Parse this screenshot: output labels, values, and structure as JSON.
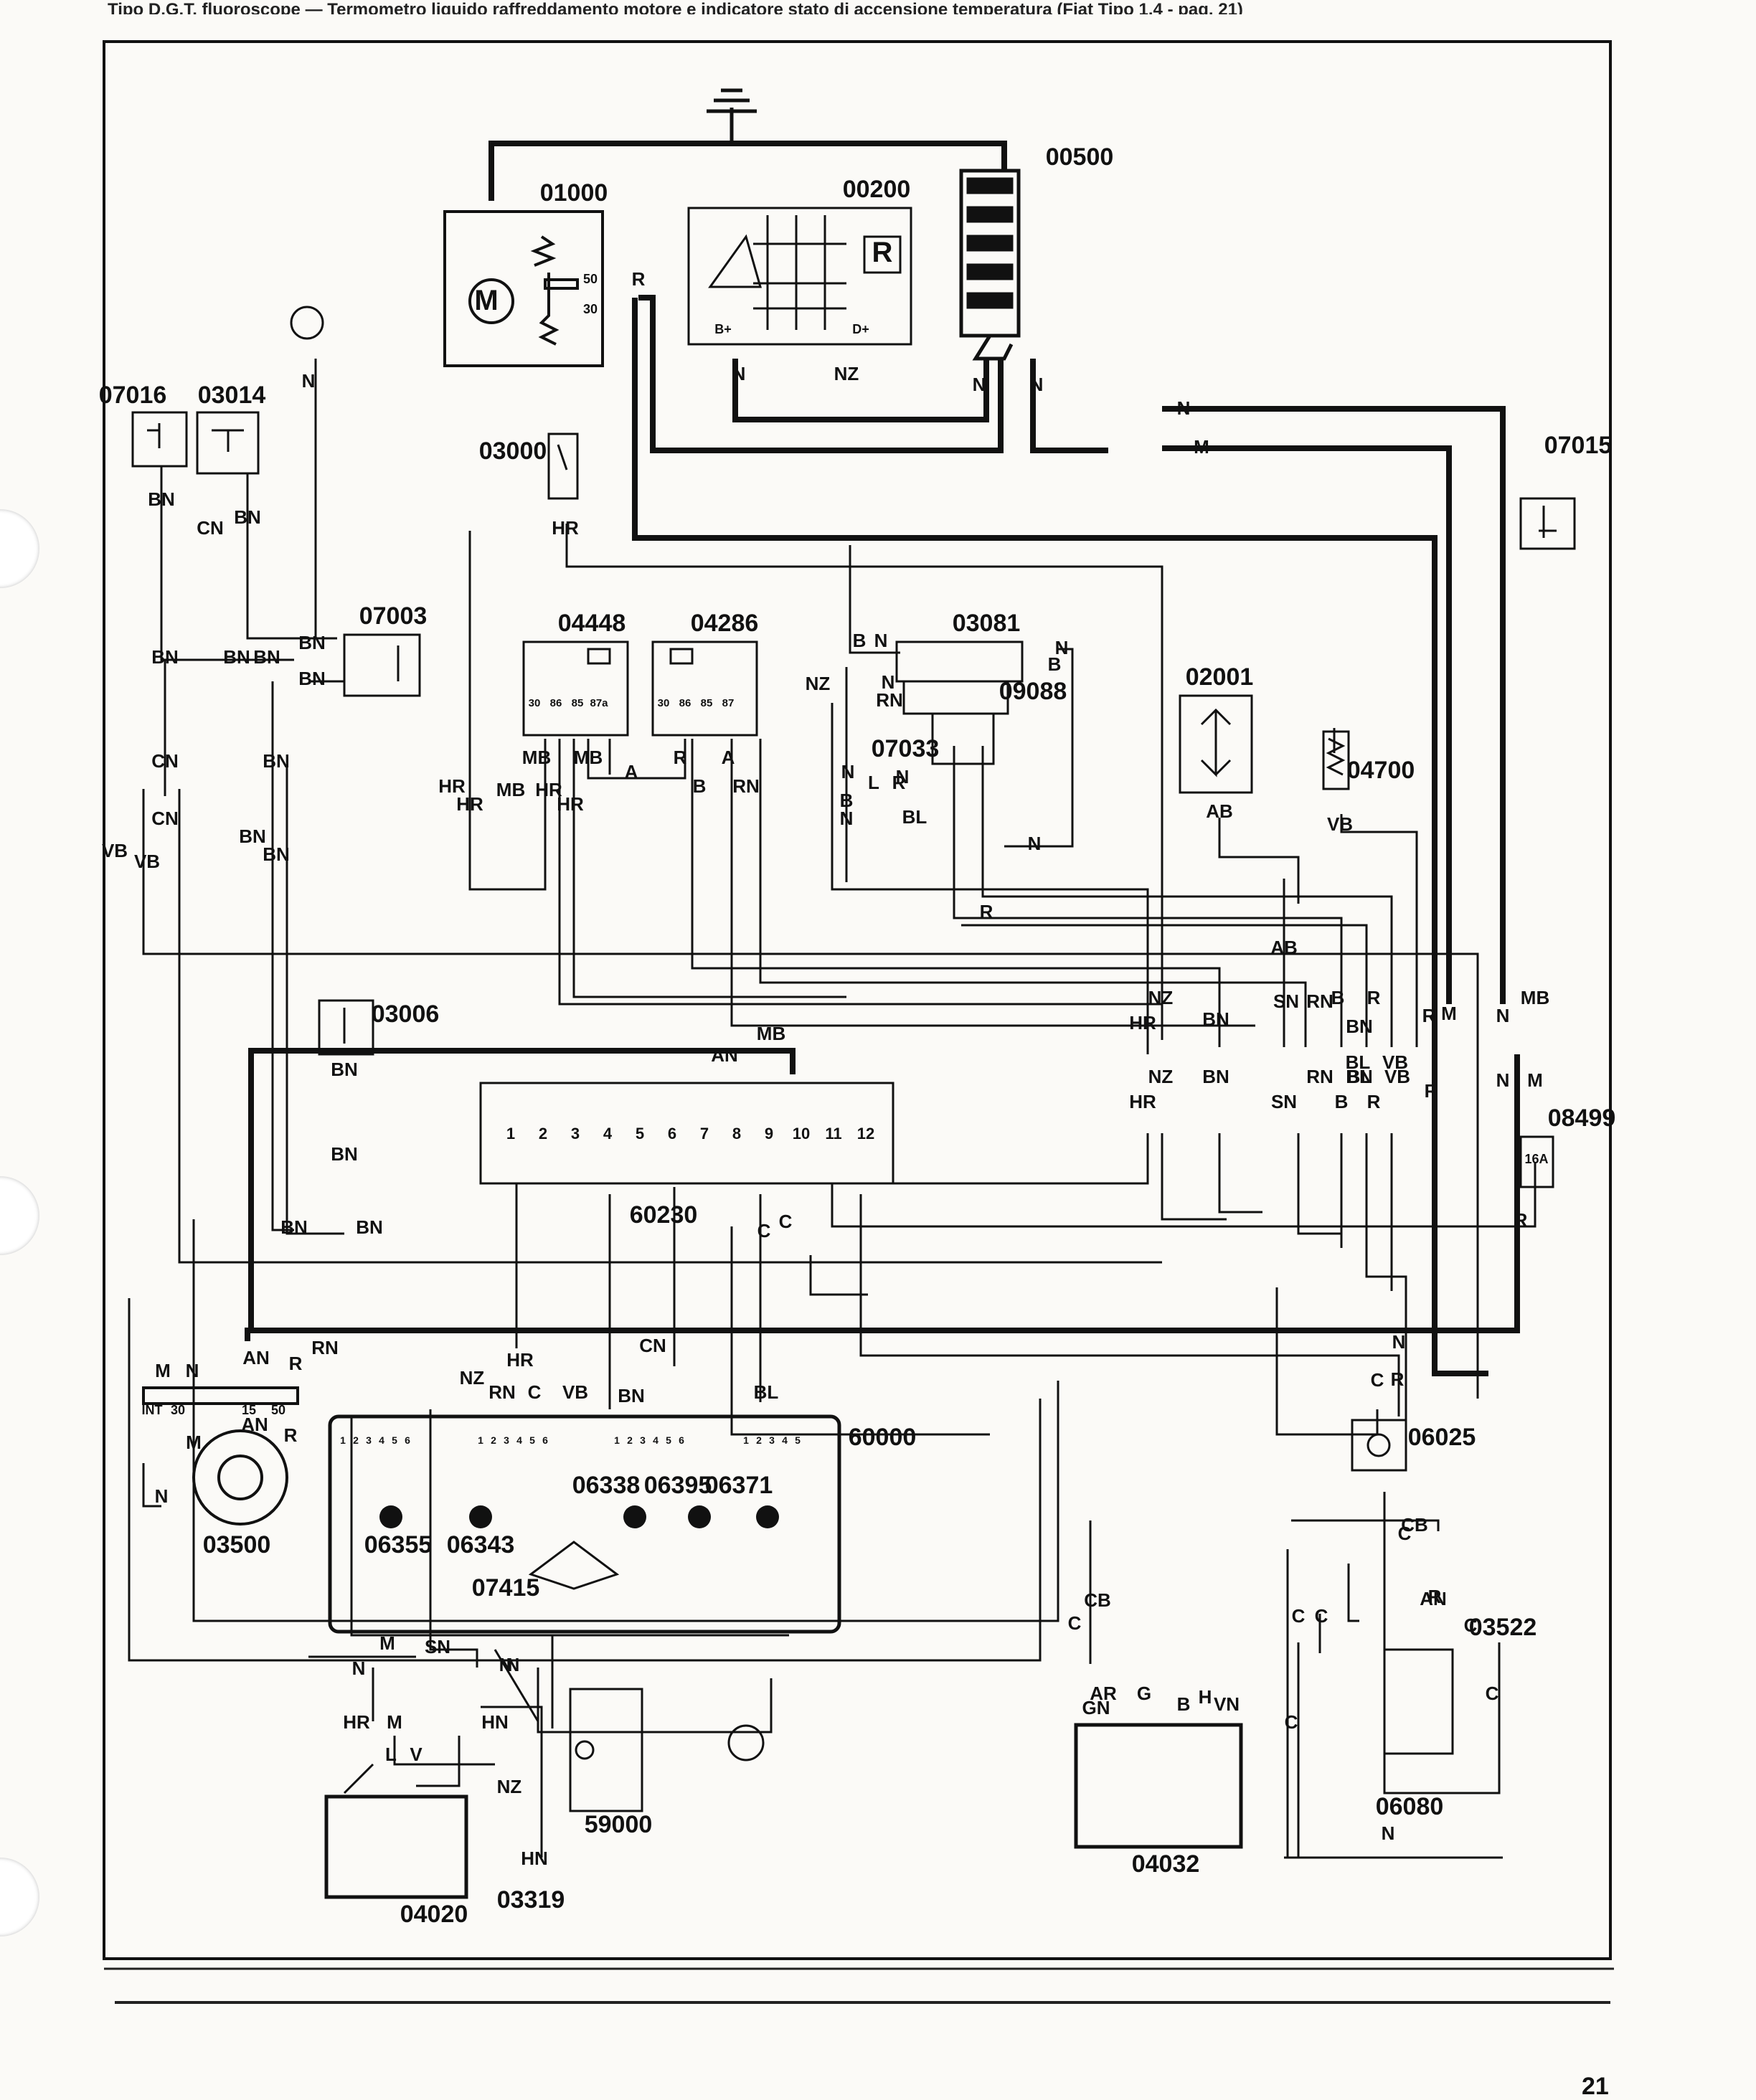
{
  "header": {
    "text": "Tipo D.G.T. fluoroscope — Termometro liquido raffreddamento motore e indicatore stato di accensione temperatura (Fiat Tipo 1.4 - pag. 21)"
  },
  "components": [
    {
      "id": "c00500",
      "code": "00500"
    },
    {
      "id": "c01000",
      "code": "01000"
    },
    {
      "id": "c00200",
      "code": "00200"
    },
    {
      "id": "c07016",
      "code": "07016"
    },
    {
      "id": "c03014",
      "code": "03014"
    },
    {
      "id": "c03000",
      "code": "03000"
    },
    {
      "id": "c07015",
      "code": "07015"
    },
    {
      "id": "c07003",
      "code": "07003"
    },
    {
      "id": "c04448",
      "code": "04448"
    },
    {
      "id": "c04286",
      "code": "04286"
    },
    {
      "id": "c03081",
      "code": "03081"
    },
    {
      "id": "c09088",
      "code": "09088"
    },
    {
      "id": "c07033",
      "code": "07033"
    },
    {
      "id": "c02001",
      "code": "02001"
    },
    {
      "id": "c04700",
      "code": "04700"
    },
    {
      "id": "c03006",
      "code": "03006"
    },
    {
      "id": "c60230",
      "code": "60230"
    },
    {
      "id": "c08499",
      "code": "08499"
    },
    {
      "id": "c03500",
      "code": "03500"
    },
    {
      "id": "c60000",
      "code": "60000"
    },
    {
      "id": "c06355",
      "code": "06355"
    },
    {
      "id": "c06343",
      "code": "06343"
    },
    {
      "id": "c06338",
      "code": "06338"
    },
    {
      "id": "c06395",
      "code": "06395"
    },
    {
      "id": "c06371",
      "code": "06371"
    },
    {
      "id": "c07415",
      "code": "07415"
    },
    {
      "id": "c06025",
      "code": "06025"
    },
    {
      "id": "c03522",
      "code": "03522"
    },
    {
      "id": "c06080",
      "code": "06080"
    },
    {
      "id": "c04032",
      "code": "04032"
    },
    {
      "id": "c59000",
      "code": "59000"
    },
    {
      "id": "c04020",
      "code": "04020"
    },
    {
      "id": "c03319",
      "code": "03319"
    }
  ],
  "wires": [
    {
      "id": "w1",
      "code": "N"
    },
    {
      "id": "w2",
      "code": "NZ"
    },
    {
      "id": "w3",
      "code": "N"
    },
    {
      "id": "w4",
      "code": "N"
    },
    {
      "id": "w5",
      "code": "R"
    },
    {
      "id": "w6",
      "code": "N"
    },
    {
      "id": "w7",
      "code": "M"
    },
    {
      "id": "w8",
      "code": "BN"
    },
    {
      "id": "w9",
      "code": "CN"
    },
    {
      "id": "w10",
      "code": "BN"
    },
    {
      "id": "w11",
      "code": "N"
    },
    {
      "id": "w12",
      "code": "HR"
    },
    {
      "id": "w13",
      "code": "BN"
    },
    {
      "id": "w14",
      "code": "BN"
    },
    {
      "id": "w15",
      "code": "BN"
    },
    {
      "id": "w16",
      "code": "BN"
    },
    {
      "id": "w17",
      "code": "BN"
    },
    {
      "id": "w18",
      "code": "CN"
    },
    {
      "id": "w19",
      "code": "CN"
    },
    {
      "id": "w20",
      "code": "VB"
    },
    {
      "id": "w21",
      "code": "VB"
    },
    {
      "id": "w22",
      "code": "BN"
    },
    {
      "id": "w23",
      "code": "BN"
    },
    {
      "id": "w24",
      "code": "BN"
    },
    {
      "id": "w25",
      "code": "HR"
    },
    {
      "id": "w26",
      "code": "HR"
    },
    {
      "id": "w27",
      "code": "MB"
    },
    {
      "id": "w28",
      "code": "MB"
    },
    {
      "id": "w29",
      "code": "MB"
    },
    {
      "id": "w30",
      "code": "HR"
    },
    {
      "id": "w31",
      "code": "HR"
    },
    {
      "id": "w32",
      "code": "A"
    },
    {
      "id": "w33",
      "code": "R"
    },
    {
      "id": "w34",
      "code": "A"
    },
    {
      "id": "w35",
      "code": "B"
    },
    {
      "id": "w36",
      "code": "RN"
    },
    {
      "id": "w37",
      "code": "B"
    },
    {
      "id": "w38",
      "code": "N"
    },
    {
      "id": "w39",
      "code": "NZ"
    },
    {
      "id": "w40",
      "code": "RN"
    },
    {
      "id": "w41",
      "code": "N"
    },
    {
      "id": "w42",
      "code": "N"
    },
    {
      "id": "w43",
      "code": "B"
    },
    {
      "id": "w44",
      "code": "N"
    },
    {
      "id": "w45",
      "code": "B"
    },
    {
      "id": "w46",
      "code": "N"
    },
    {
      "id": "w47",
      "code": "L"
    },
    {
      "id": "w48",
      "code": "R"
    },
    {
      "id": "w49",
      "code": "N"
    },
    {
      "id": "w50",
      "code": "BL"
    },
    {
      "id": "w51",
      "code": "N"
    },
    {
      "id": "w52",
      "code": "R"
    },
    {
      "id": "w53",
      "code": "AB"
    },
    {
      "id": "w54",
      "code": "VB"
    },
    {
      "id": "w55",
      "code": "BN"
    },
    {
      "id": "w56",
      "code": "BN"
    },
    {
      "id": "w57",
      "code": "AB"
    },
    {
      "id": "w58",
      "code": "SN"
    },
    {
      "id": "w59",
      "code": "NZ"
    },
    {
      "id": "w60",
      "code": "HR"
    },
    {
      "id": "w61",
      "code": "BN"
    },
    {
      "id": "w62",
      "code": "B"
    },
    {
      "id": "w63",
      "code": "R"
    },
    {
      "id": "w64",
      "code": "RN"
    },
    {
      "id": "w65",
      "code": "BL"
    },
    {
      "id": "w66",
      "code": "VB"
    },
    {
      "id": "w67",
      "code": "R"
    },
    {
      "id": "w68",
      "code": "M"
    },
    {
      "id": "w69",
      "code": "N"
    },
    {
      "id": "w70",
      "code": "MB"
    },
    {
      "id": "w71",
      "code": "RN"
    },
    {
      "id": "w72",
      "code": "BL"
    },
    {
      "id": "w73",
      "code": "VB"
    },
    {
      "id": "w74",
      "code": "NZ"
    },
    {
      "id": "w75",
      "code": "HR"
    },
    {
      "id": "w76",
      "code": "BN"
    },
    {
      "id": "w77",
      "code": "SN"
    },
    {
      "id": "w78",
      "code": "B"
    },
    {
      "id": "w79",
      "code": "R"
    },
    {
      "id": "w80",
      "code": "R"
    },
    {
      "id": "w81",
      "code": "N"
    },
    {
      "id": "w82",
      "code": "M"
    },
    {
      "id": "w83",
      "code": "R"
    },
    {
      "id": "w84",
      "code": "MB"
    },
    {
      "id": "w85",
      "code": "AN"
    },
    {
      "id": "w86",
      "code": "BN"
    },
    {
      "id": "w87",
      "code": "BN"
    },
    {
      "id": "w88",
      "code": "BN"
    },
    {
      "id": "w89",
      "code": "BN"
    },
    {
      "id": "w90",
      "code": "C"
    },
    {
      "id": "w91",
      "code": "C"
    },
    {
      "id": "w92",
      "code": "M"
    },
    {
      "id": "w93",
      "code": "N"
    },
    {
      "id": "w94",
      "code": "AN"
    },
    {
      "id": "w95",
      "code": "R"
    },
    {
      "id": "w96",
      "code": "RN"
    },
    {
      "id": "w97",
      "code": "M"
    },
    {
      "id": "w98",
      "code": "AN"
    },
    {
      "id": "w99",
      "code": "R"
    },
    {
      "id": "w100",
      "code": "N"
    },
    {
      "id": "w101",
      "code": "NZ"
    },
    {
      "id": "w102",
      "code": "RN"
    },
    {
      "id": "w103",
      "code": "HR"
    },
    {
      "id": "w104",
      "code": "C"
    },
    {
      "id": "w105",
      "code": "VB"
    },
    {
      "id": "w106",
      "code": "CN"
    },
    {
      "id": "w107",
      "code": "BN"
    },
    {
      "id": "w108",
      "code": "BL"
    },
    {
      "id": "w109",
      "code": "N"
    },
    {
      "id": "w110",
      "code": "C"
    },
    {
      "id": "w111",
      "code": "R"
    },
    {
      "id": "w112",
      "code": "C"
    },
    {
      "id": "w113",
      "code": "CB"
    },
    {
      "id": "w114",
      "code": "R"
    },
    {
      "id": "w115",
      "code": "C"
    },
    {
      "id": "w116",
      "code": "AN"
    },
    {
      "id": "w117",
      "code": "C"
    },
    {
      "id": "w118",
      "code": "C"
    },
    {
      "id": "w119",
      "code": "C"
    },
    {
      "id": "w120",
      "code": "C"
    },
    {
      "id": "w121",
      "code": "N"
    },
    {
      "id": "w122",
      "code": "CB"
    },
    {
      "id": "w123",
      "code": "C"
    },
    {
      "id": "w124",
      "code": "AR"
    },
    {
      "id": "w125",
      "code": "G"
    },
    {
      "id": "w126",
      "code": "H"
    },
    {
      "id": "w127",
      "code": "GN"
    },
    {
      "id": "w128",
      "code": "B"
    },
    {
      "id": "w129",
      "code": "VN"
    },
    {
      "id": "w130",
      "code": "N"
    },
    {
      "id": "w131",
      "code": "M"
    },
    {
      "id": "w132",
      "code": "SN"
    },
    {
      "id": "w133",
      "code": "N"
    },
    {
      "id": "w134",
      "code": "N"
    },
    {
      "id": "w135",
      "code": "HR"
    },
    {
      "id": "w136",
      "code": "M"
    },
    {
      "id": "w137",
      "code": "HN"
    },
    {
      "id": "w138",
      "code": "L"
    },
    {
      "id": "w139",
      "code": "V"
    },
    {
      "id": "w140",
      "code": "NZ"
    },
    {
      "id": "w141",
      "code": "HN"
    }
  ],
  "terminals": {
    "t50": "50",
    "t30": "30",
    "tB": "B+",
    "tD": "D+",
    "tR": "R",
    "tM": "M",
    "t3500_int": "INT",
    "t3500_30": "30",
    "t3500_15": "15",
    "t3500_50": "50",
    "r4448": [
      "30",
      "86",
      "85",
      "87a"
    ],
    "r4286": [
      "30",
      "86",
      "85",
      "87"
    ],
    "fuse": "16A",
    "c60230_pins": [
      "1",
      "2",
      "3",
      "4",
      "5",
      "6",
      "7",
      "8",
      "9",
      "10",
      "11",
      "12"
    ],
    "c60000_a": [
      "1",
      "2",
      "3",
      "4",
      "5",
      "6"
    ],
    "c60000_b": [
      "1",
      "2",
      "3",
      "4",
      "5",
      "6"
    ],
    "c60000_c": [
      "1",
      "2",
      "3",
      "4",
      "5",
      "6"
    ],
    "c60000_d": [
      "1",
      "2",
      "3",
      "4",
      "5"
    ]
  },
  "page": {
    "number": "21"
  }
}
